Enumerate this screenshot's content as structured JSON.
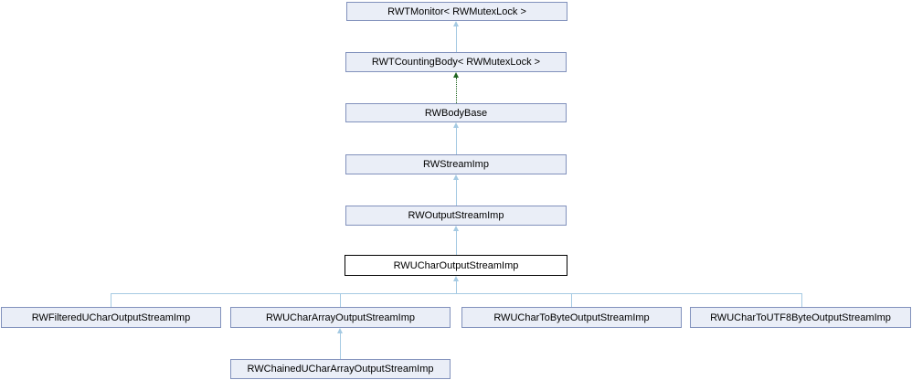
{
  "diagram": {
    "kind": "class-inheritance-graph",
    "colors": {
      "node_fill": "#EAEEF7",
      "node_border": "#8191BC",
      "highlight_fill": "#FFFFFF",
      "highlight_border": "#000000",
      "inherit_arrow": "#A5CAE3",
      "template_arrow": "#1F641F",
      "text": "#000000",
      "background": "#FFFFFF"
    },
    "nodes": [
      {
        "label": "RWTMonitor< RWMutexLock >",
        "highlighted": false
      },
      {
        "label": "RWTCountingBody< RWMutexLock >",
        "highlighted": false
      },
      {
        "label": "RWBodyBase",
        "highlighted": false
      },
      {
        "label": "RWStreamImp",
        "highlighted": false
      },
      {
        "label": "RWOutputStreamImp",
        "highlighted": false
      },
      {
        "label": "RWUCharOutputStreamImp",
        "highlighted": true
      },
      {
        "label": "RWFilteredUCharOutputStreamImp",
        "highlighted": false
      },
      {
        "label": "RWUCharArrayOutputStreamImp",
        "highlighted": false
      },
      {
        "label": "RWUCharToByteOutputStreamImp",
        "highlighted": false
      },
      {
        "label": "RWUCharToUTF8ByteOutputStreamImp",
        "highlighted": false
      },
      {
        "label": "RWChainedUCharArrayOutputStreamImp",
        "highlighted": false
      }
    ],
    "edges": [
      {
        "from": "RWTCountingBody< RWMutexLock >",
        "to": "RWTMonitor< RWMutexLock >",
        "style": "solid-blue"
      },
      {
        "from": "RWBodyBase",
        "to": "RWTCountingBody< RWMutexLock >",
        "style": "dotted-green"
      },
      {
        "from": "RWStreamImp",
        "to": "RWBodyBase",
        "style": "solid-blue"
      },
      {
        "from": "RWOutputStreamImp",
        "to": "RWStreamImp",
        "style": "solid-blue"
      },
      {
        "from": "RWUCharOutputStreamImp",
        "to": "RWOutputStreamImp",
        "style": "solid-blue"
      },
      {
        "from": "RWFilteredUCharOutputStreamImp",
        "to": "RWUCharOutputStreamImp",
        "style": "solid-blue"
      },
      {
        "from": "RWUCharArrayOutputStreamImp",
        "to": "RWUCharOutputStreamImp",
        "style": "solid-blue"
      },
      {
        "from": "RWUCharToByteOutputStreamImp",
        "to": "RWUCharOutputStreamImp",
        "style": "solid-blue"
      },
      {
        "from": "RWUCharToUTF8ByteOutputStreamImp",
        "to": "RWUCharOutputStreamImp",
        "style": "solid-blue"
      },
      {
        "from": "RWChainedUCharArrayOutputStreamImp",
        "to": "RWUCharArrayOutputStreamImp",
        "style": "solid-blue"
      }
    ]
  }
}
